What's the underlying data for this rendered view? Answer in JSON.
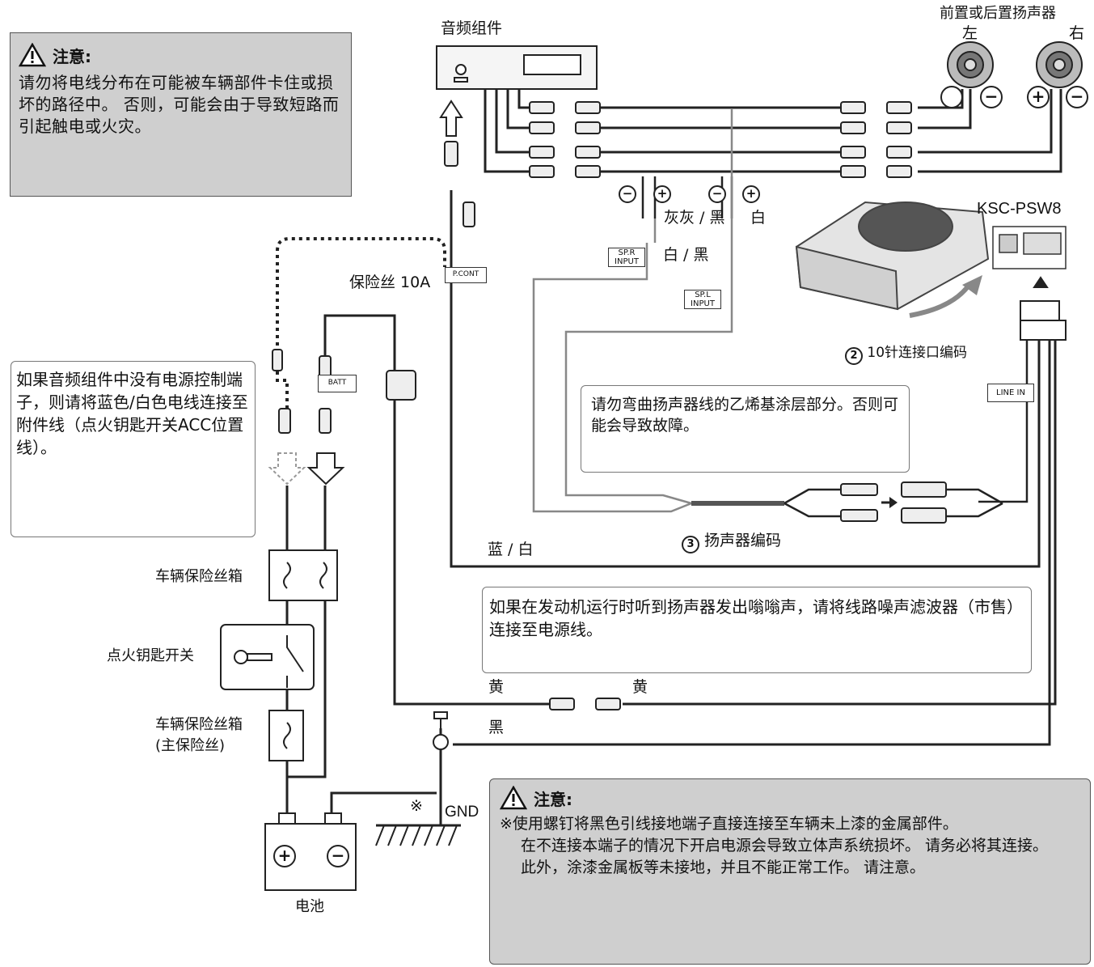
{
  "caution_top": {
    "title": "注意:",
    "text": "请勿将电线分布在可能被车辆部件卡住或损坏的路径中。 否则，可能会由于导致短路而引起触电或火灾。"
  },
  "caution_bottom": {
    "title": "注意:",
    "line1": "※使用螺钉将黑色引线接地端子直接连接至车辆未上漆的金属部件。",
    "line2": "在不连接本端子的情况下开启电源会导致立体声系统损坏。 请务必将其连接。",
    "line3": "此外，涂漆金属板等未接地，并且不能正常工作。 请注意。"
  },
  "callout_power": {
    "text": "如果音频组件中没有电源控制端子，则请将蓝色/白色电线连接至附件线（点火钥匙开关ACC位置线）。"
  },
  "callout_vinyl": {
    "text": "请勿弯曲扬声器线的乙烯基涂层部分。否则可能会导致故障。"
  },
  "callout_noise": {
    "text": "如果在发动机运行时听到扬声器发出嗡嗡声，请将线路噪声滤波器（市售）连接至电源线。"
  },
  "labels": {
    "audio_unit": "音频组件",
    "speakers_title": "前置或后置扬声器",
    "left": "左",
    "right": "右",
    "model": "KSC-PSW8",
    "gray_black": "灰灰 / 黑",
    "white": "白",
    "white_black": "白 / 黑",
    "fuse_10a": "保险丝 10A",
    "pin_connector": "10针连接口编码",
    "pin_num": "2",
    "speaker_code": "扬声器编码",
    "speaker_num": "3",
    "blue_white": "蓝 / 白",
    "vehicle_fuse_box": "车辆保险丝箱",
    "ignition_switch": "点火钥匙开关",
    "vehicle_fuse_box_main": "车辆保险丝箱",
    "main_fuse": "(主保险丝)",
    "battery": "电池",
    "yellow_left": "黄",
    "yellow_right": "黄",
    "black": "黑",
    "gnd": "GND",
    "ref_mark": "※",
    "plus": "⊕",
    "minus": "⊖"
  },
  "tags": {
    "sp_r": "SP.R INPUT",
    "sp_l": "SP.L INPUT",
    "p_cont": "P.CONT",
    "batt": "BATT",
    "line_in": "LINE IN"
  }
}
